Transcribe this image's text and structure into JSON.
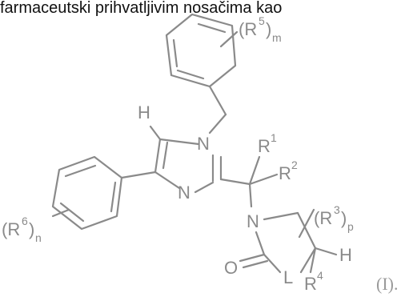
{
  "caption_text": "farmaceutski prihvatljivim nosačima kao",
  "formula_label": "(I).",
  "atoms": {
    "h_imidazole": "H",
    "n_imidazole_1": "N",
    "n_imidazole_3": "N",
    "n_ring": "N",
    "linker": "L",
    "oxygen": "O",
    "h_stereo": "H"
  },
  "substituents": {
    "r1": {
      "base": "R",
      "sup": "1"
    },
    "r2": {
      "base": "R",
      "sup": "2"
    },
    "r3": {
      "open": "(R",
      "sup": "3",
      "close": ")",
      "sub": "p"
    },
    "r4": {
      "base": "R",
      "sup": "4"
    },
    "r5": {
      "open": "(R",
      "sup": "5",
      "close": ")",
      "sub": "m"
    },
    "r6": {
      "open": "(R",
      "sup": "6",
      "close": ")",
      "sub": "n"
    }
  }
}
